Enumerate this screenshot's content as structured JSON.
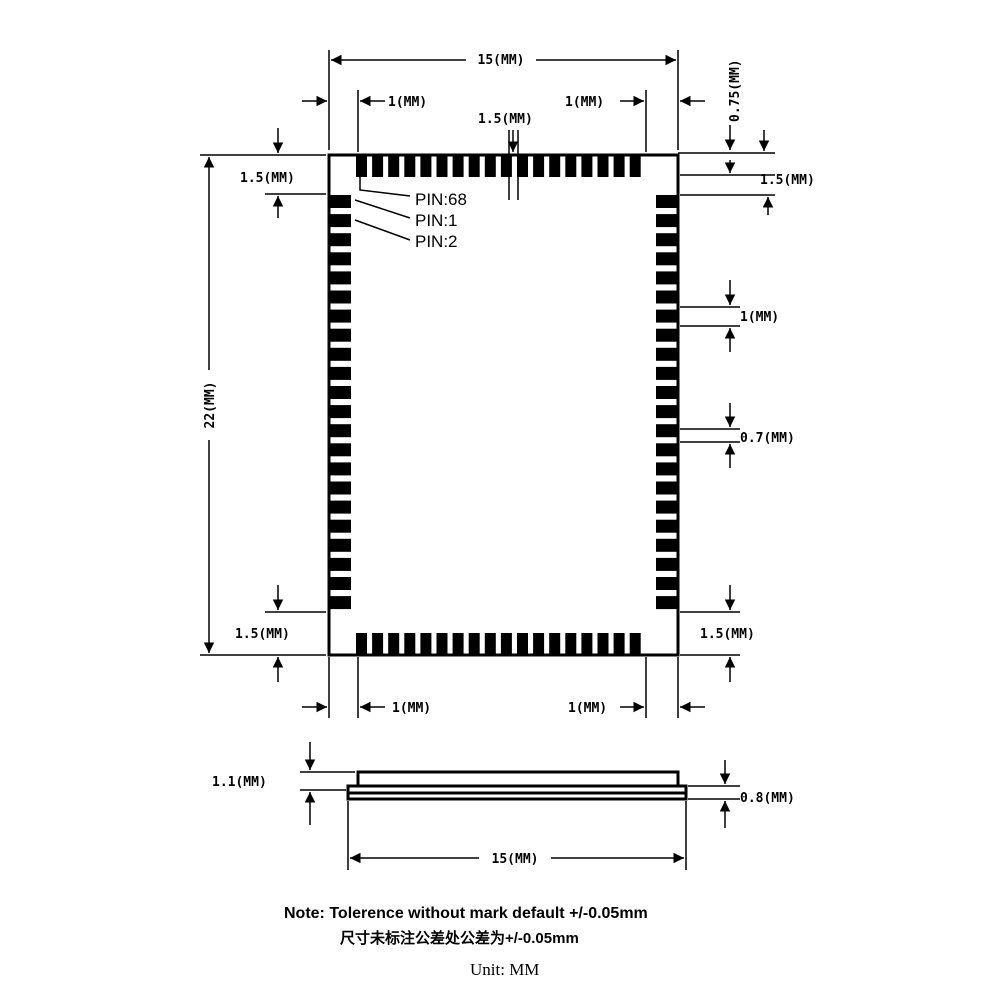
{
  "top_view": {
    "width_label": "15(MM)",
    "height_label": "22(MM)",
    "top_offset_left": "1(MM)",
    "top_offset_right": "1(MM)",
    "top_center_label": "1.5(MM)",
    "corner_thickness_label": "0.75(MM)",
    "left_top_label": "1.5(MM)",
    "right_top_label": "1.5(MM)",
    "pad_width_label": "1(MM)",
    "pad_gap_label": "0.7(MM)",
    "left_bottom_label": "1.5(MM)",
    "right_bottom_label": "1.5(MM)",
    "bottom_offset_left": "1(MM)",
    "bottom_offset_right": "1(MM)",
    "pin_labels": [
      "PIN:68",
      "PIN:1",
      "PIN:2"
    ]
  },
  "side_view": {
    "total_height_label": "1.1(MM)",
    "board_height_label": "0.8(MM)",
    "width_label": "15(MM)"
  },
  "notes": {
    "english": "Note: Tolerence without mark default +/-0.05mm",
    "chinese": "尺寸未标注公差处公差为+/-0.05mm",
    "unit": "Unit: MM"
  }
}
